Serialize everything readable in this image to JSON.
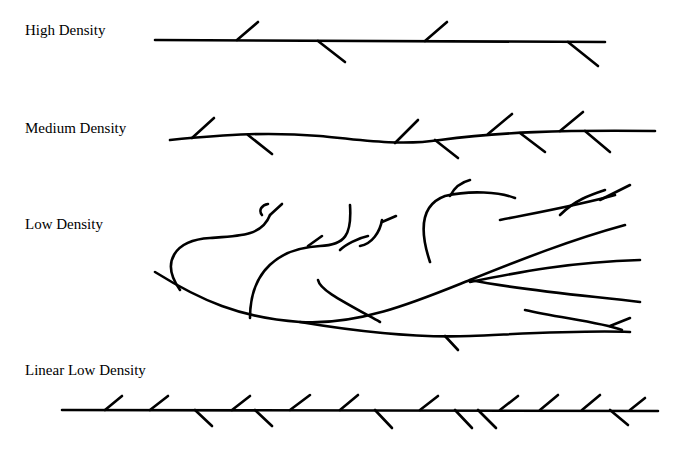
{
  "diagram": {
    "labels": [
      "High Density",
      "Medium Density",
      "Low Density",
      "Linear Low Density"
    ]
  }
}
